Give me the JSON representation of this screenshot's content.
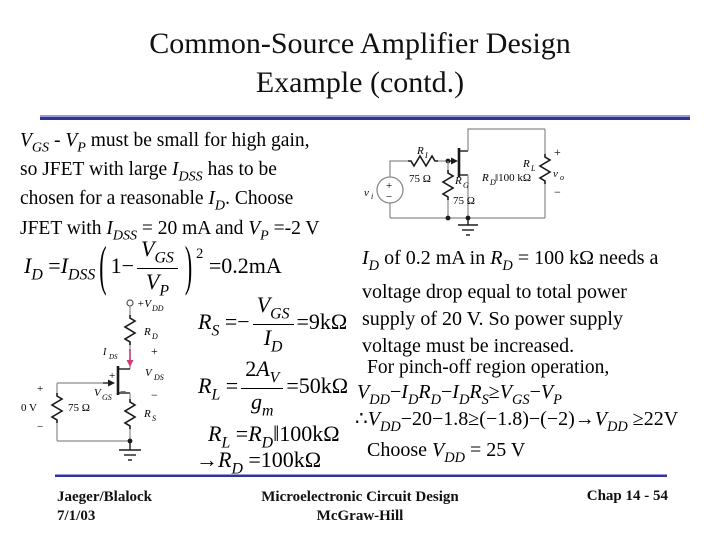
{
  "title": {
    "line1": "Common-Source Amplifier Design",
    "line2": "Example (contd.)"
  },
  "colors": {
    "rule_light": "#9b9bd4",
    "rule_dark": "#32329b",
    "arrow_pink": "#d23a7c",
    "wire_gray": "#8a8a8a",
    "text": "#000000"
  },
  "intro": {
    "l1": [
      {
        "t": "V",
        "i": 1
      },
      {
        "t": "GS",
        "i": 1,
        "s": 1
      },
      {
        "t": " - "
      },
      {
        "t": "V",
        "i": 1
      },
      {
        "t": "P",
        "i": 1,
        "s": 1
      },
      {
        "t": " must be small for high gain,"
      }
    ],
    "l2": [
      {
        "t": "so JFET with large "
      },
      {
        "t": "I",
        "i": 1
      },
      {
        "t": "DSS",
        "i": 1,
        "s": 1
      },
      {
        "t": " has to be"
      }
    ],
    "l3": [
      {
        "t": "chosen for a reasonable "
      },
      {
        "t": "I",
        "i": 1
      },
      {
        "t": "D",
        "i": 1,
        "s": 1
      },
      {
        "t": ". Choose"
      }
    ],
    "l4": [
      {
        "t": "JFET with "
      },
      {
        "t": "I",
        "i": 1
      },
      {
        "t": "DSS",
        "i": 1,
        "s": 1
      },
      {
        "t": " = 20 mA and "
      },
      {
        "t": "V",
        "i": 1
      },
      {
        "t": "P",
        "i": 1,
        "s": 1
      },
      {
        "t": " =-2 V"
      }
    ]
  },
  "equations": {
    "id": [
      {
        "t": "I",
        "i": 1
      },
      {
        "t": "D",
        "i": 1,
        "s": 1
      },
      {
        "t": " ="
      },
      {
        "t": "I",
        "i": 1
      },
      {
        "t": "DSS",
        "i": 1,
        "s": 1
      },
      {
        "t": "(",
        "big": 1
      },
      {
        "t": "1−"
      },
      {
        "f": {
          "n": [
            {
              "t": "V",
              "i": 1
            },
            {
              "t": "GS",
              "i": 1,
              "s": 1
            }
          ],
          "d": [
            {
              "t": "V",
              "i": 1
            },
            {
              "t": "P",
              "i": 1,
              "s": 1
            }
          ]
        }
      },
      {
        "t": ")",
        "big": 1
      },
      {
        "t": "2",
        "p": 1
      },
      {
        "t": " =0.2mA"
      }
    ],
    "rs": [
      {
        "t": "R",
        "i": 1
      },
      {
        "t": "S",
        "i": 1,
        "s": 1
      },
      {
        "t": " =−"
      },
      {
        "f": {
          "n": [
            {
              "t": "V",
              "i": 1
            },
            {
              "t": "GS",
              "i": 1,
              "s": 1
            }
          ],
          "d": [
            {
              "t": "I",
              "i": 1
            },
            {
              "t": "D",
              "i": 1,
              "s": 1
            }
          ]
        }
      },
      {
        "t": "=9kΩ"
      }
    ],
    "rl": [
      {
        "t": "R",
        "i": 1
      },
      {
        "t": "L",
        "i": 1,
        "s": 1
      },
      {
        "t": " ="
      },
      {
        "f": {
          "n": [
            {
              "t": "2"
            },
            {
              "t": "A",
              "i": 1
            },
            {
              "t": "V",
              "i": 1,
              "s": 1
            }
          ],
          "d": [
            {
              "t": "g",
              "i": 1
            },
            {
              "t": "m",
              "i": 1,
              "s": 1
            }
          ]
        }
      },
      {
        "t": "=50kΩ"
      }
    ],
    "rl2": [
      {
        "t": "R",
        "i": 1
      },
      {
        "t": "L",
        "i": 1,
        "s": 1
      },
      {
        "t": " ="
      },
      {
        "t": "R",
        "i": 1
      },
      {
        "t": "D",
        "i": 1,
        "s": 1
      },
      {
        "t": "‖100kΩ"
      }
    ],
    "rd": [
      {
        "t": "→"
      },
      {
        "t": "R",
        "i": 1
      },
      {
        "t": "D",
        "i": 1,
        "s": 1
      },
      {
        "t": " =100kΩ"
      }
    ]
  },
  "note": {
    "l1": [
      {
        "t": "I",
        "i": 1
      },
      {
        "t": "D",
        "i": 1,
        "s": 1
      },
      {
        "t": " of 0.2 mA in "
      },
      {
        "t": "R",
        "i": 1
      },
      {
        "t": "D",
        "i": 1,
        "s": 1
      },
      {
        "t": " = 100 kΩ needs a"
      }
    ],
    "l2": [
      {
        "t": "voltage drop equal to total power"
      }
    ],
    "l3": [
      {
        "t": "supply of 20 V. So power supply"
      }
    ],
    "l4": [
      {
        "t": "voltage must be increased."
      }
    ]
  },
  "pinch": [
    {
      "t": "For pinch-off region operation,"
    }
  ],
  "ineq1": [
    {
      "t": "V",
      "i": 1
    },
    {
      "t": "DD",
      "i": 1,
      "s": 1
    },
    {
      "t": "−"
    },
    {
      "t": "I",
      "i": 1
    },
    {
      "t": "D",
      "i": 1,
      "s": 1
    },
    {
      "t": "R",
      "i": 1
    },
    {
      "t": "D",
      "i": 1,
      "s": 1
    },
    {
      "t": "−"
    },
    {
      "t": "I",
      "i": 1
    },
    {
      "t": "D",
      "i": 1,
      "s": 1
    },
    {
      "t": "R",
      "i": 1
    },
    {
      "t": "S",
      "i": 1,
      "s": 1
    },
    {
      "t": "≥"
    },
    {
      "t": "V",
      "i": 1
    },
    {
      "t": "GS",
      "i": 1,
      "s": 1
    },
    {
      "t": "−"
    },
    {
      "t": "V",
      "i": 1
    },
    {
      "t": "P",
      "i": 1,
      "s": 1
    }
  ],
  "ineq2": [
    {
      "t": "∴"
    },
    {
      "t": "V",
      "i": 1
    },
    {
      "t": "DD",
      "i": 1,
      "s": 1
    },
    {
      "t": "−20−1.8≥(−1.8)−(−2)→"
    },
    {
      "t": "V",
      "i": 1
    },
    {
      "t": "DD",
      "i": 1,
      "s": 1
    },
    {
      "t": " ≥22V"
    }
  ],
  "choose": [
    {
      "t": "Choose "
    },
    {
      "t": "V",
      "i": 1
    },
    {
      "t": "DD",
      "i": 1,
      "s": 1
    },
    {
      "t": " = 25 V"
    }
  ],
  "circuit_dc": {
    "vdd_base": "+V",
    "vdd_sub": "DD",
    "rd_base": "R",
    "rd_sub": "D",
    "ids_base": "I",
    "ids_sub": "DS",
    "vds_base": "V",
    "vds_sub": "DS",
    "vgs_base": "V",
    "vgs_sub": "GS",
    "rs_base": "R",
    "rs_sub": "S",
    "zero": "0 V",
    "r75": "75 Ω",
    "plus": "+",
    "minus": "−"
  },
  "circuit_ac": {
    "vi_base": "v",
    "vi_sub": "i",
    "ri_base": "R",
    "ri_sub": "I",
    "ri_val": "75 Ω",
    "rg_base": "R",
    "rg_sub": "G",
    "rg_val": "75 Ω",
    "rd_base": "R",
    "rd_sub": "D",
    "rd_rest": "‖100 kΩ",
    "rl_base": "R",
    "rl_sub": "L",
    "vo_base": "v",
    "vo_sub": "o",
    "plus": "+",
    "minus": "−"
  },
  "footer": {
    "author": "Jaeger/Blalock",
    "date": "7/1/03",
    "book_line1": "Microelectronic Circuit Design",
    "book_line2": "McGraw-Hill",
    "chapter": "Chap 14 - 54"
  }
}
